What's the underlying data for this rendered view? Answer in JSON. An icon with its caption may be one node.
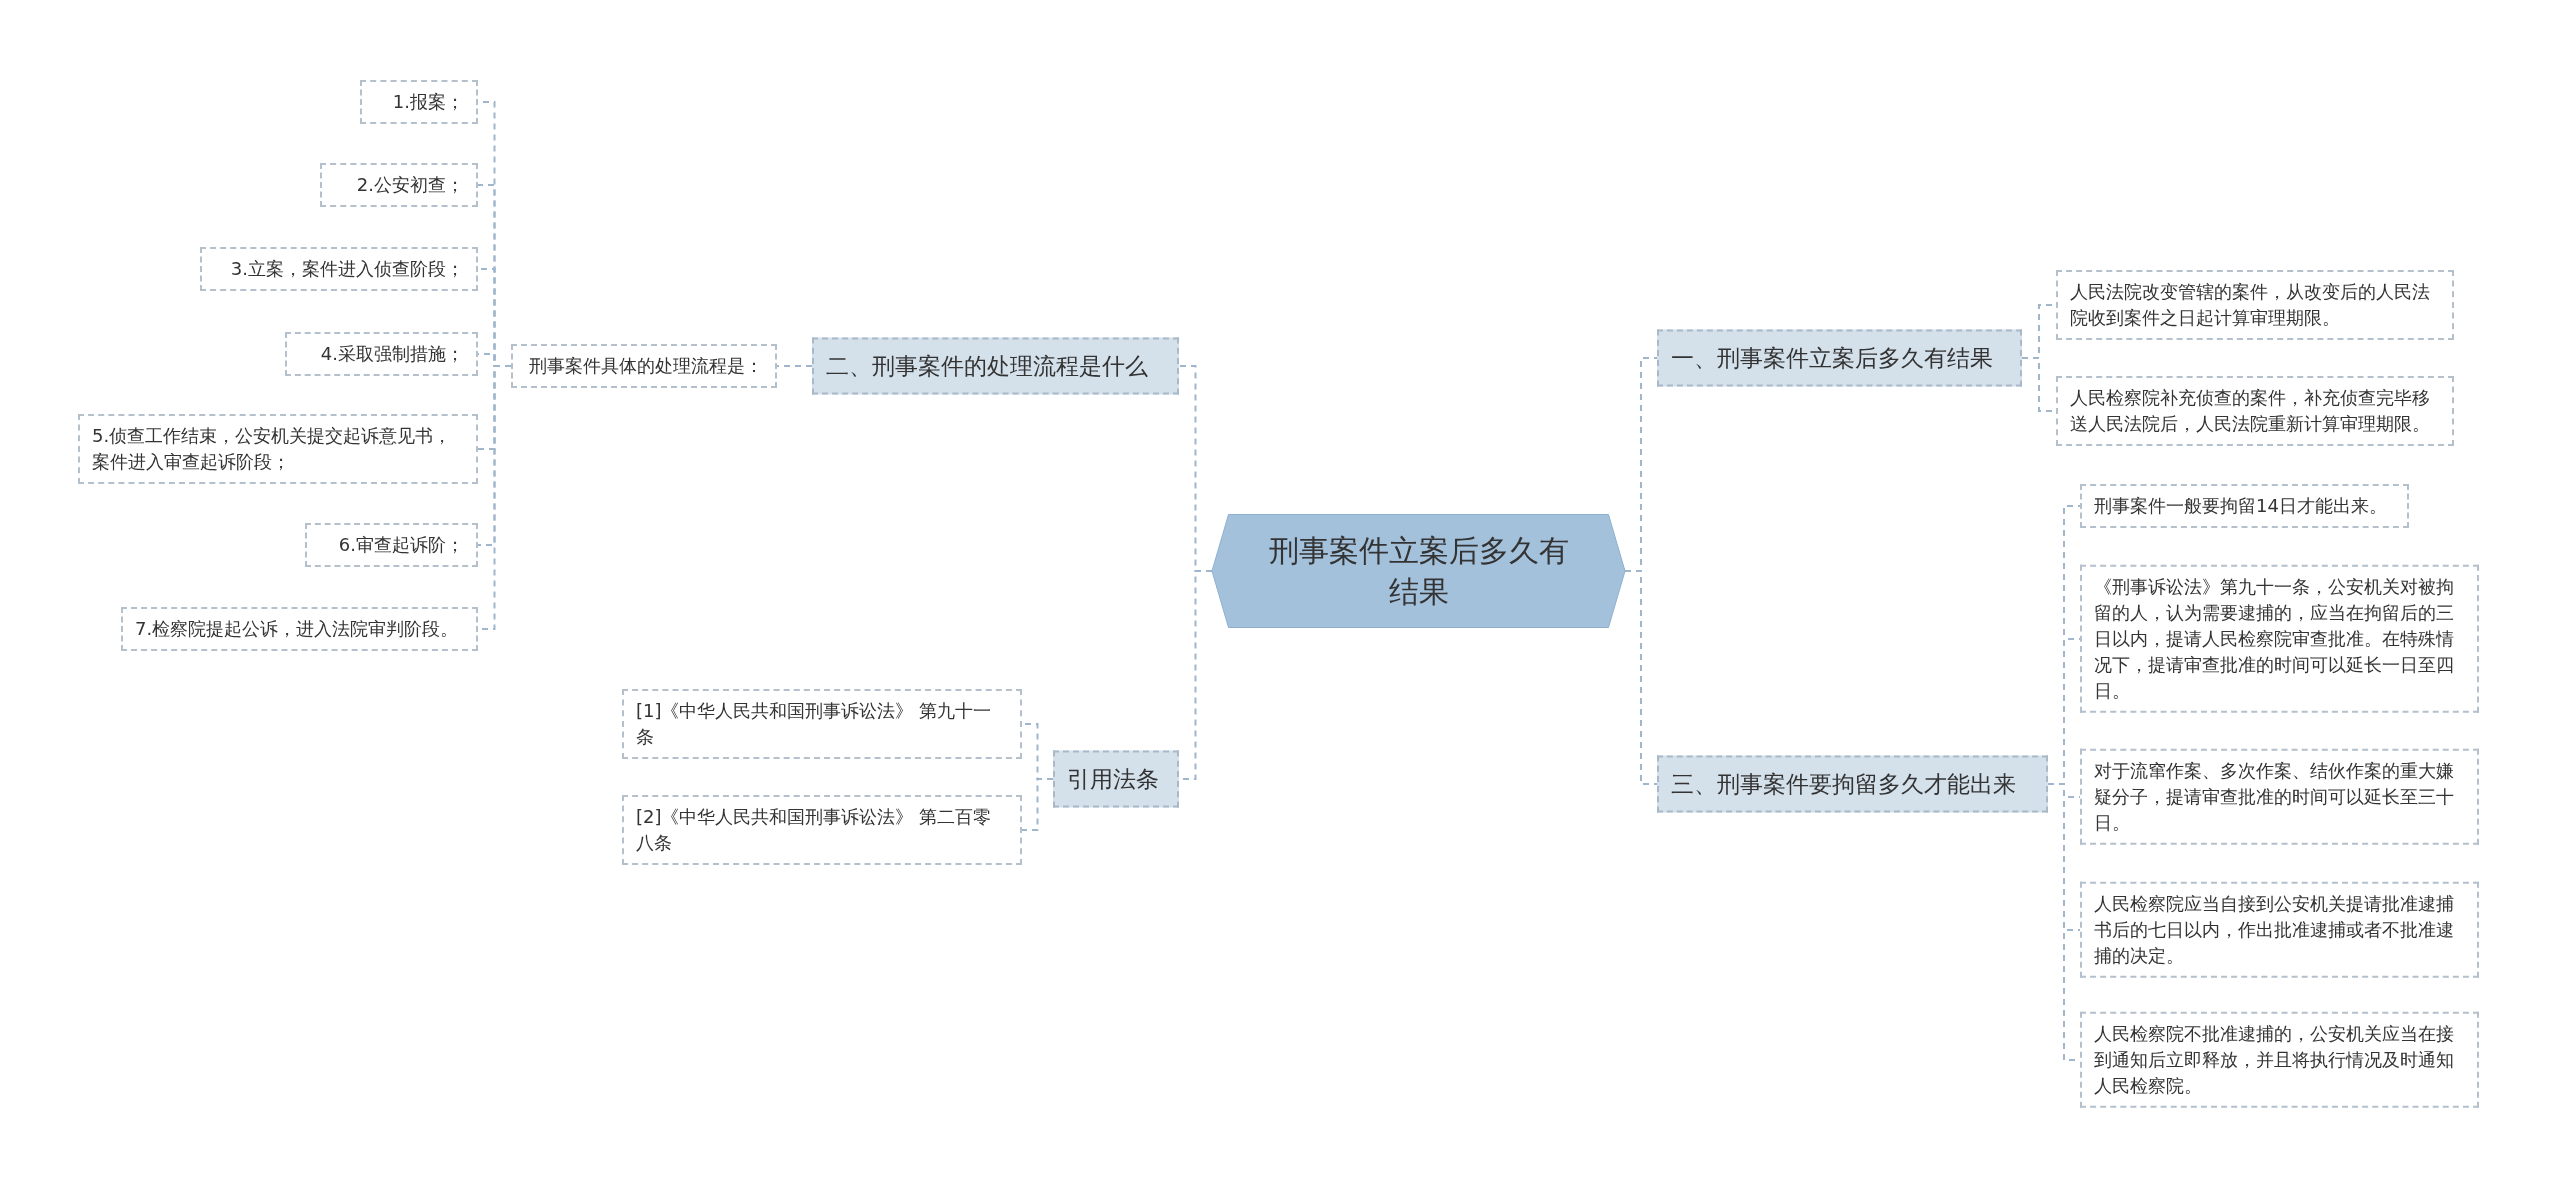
{
  "diagram": {
    "nodes": [
      {
        "text": [
          "刑事案件立案后多久有结果"
        ]
      },
      {
        "text": [
          "二、刑事案件的处理流程是什么"
        ]
      },
      {
        "text": [
          "刑事案件具体的处理流程是："
        ]
      },
      {
        "text": [
          "1.报案；"
        ]
      },
      {
        "text": [
          "2.公安初查；"
        ]
      },
      {
        "text": [
          "3.立案，案件进入侦查阶段；"
        ]
      },
      {
        "text": [
          "4.采取强制措施；"
        ]
      },
      {
        "text": [
          "5.侦查工作结束，公安机关提交起诉意见书，案件进入审查起诉阶段；"
        ]
      },
      {
        "text": [
          "6.审查起诉阶；"
        ]
      },
      {
        "text": [
          "7.检察院提起公诉，进入法院审判阶段。"
        ]
      },
      {
        "text": [
          "引用法条"
        ]
      },
      {
        "text": [
          "[1]《中华人民共和国刑事诉讼法》 第九十一条"
        ]
      },
      {
        "text": [
          "[2]《中华人民共和国刑事诉讼法》 第二百零八条"
        ]
      },
      {
        "text": [
          "一、刑事案件立案后多久有结果"
        ]
      },
      {
        "text": [
          "人民法院改变管辖的案件，从改变后的人民法院收到案件之日起计算审理期限。"
        ]
      },
      {
        "text": [
          "人民检察院补充侦查的案件，补充侦查完毕移送人民法院后，人民法院重新计算审理期限。"
        ]
      },
      {
        "text": [
          "三、刑事案件要拘留多久才能出来"
        ]
      },
      {
        "text": [
          "刑事案件一般要拘留14日才能出来。"
        ]
      },
      {
        "text": [
          "《刑事诉讼法》第九十一条，公安机关对被拘留的人，认为需要逮捕的，应当在拘留后的三日以内，提请人民检察院审查批准。在特殊情况下，提请审查批准的时间可以延长一日至四日。"
        ]
      },
      {
        "text": [
          "对于流窜作案、多次作案、结伙作案的重大嫌疑分子，提请审查批准的时间可以延长至三十日。"
        ]
      },
      {
        "text": [
          "人民检察院应当自接到公安机关提请批准逮捕书后的七日以内，作出批准逮捕或者不批准逮捕的决定。"
        ]
      },
      {
        "text": [
          "人民检察院不批准逮捕的，公安机关应当在接到通知后立即释放，并且将执行情况及时通知人民检察院。"
        ]
      }
    ],
    "edges": [
      {
        "from": 0,
        "to": 1,
        "arrow": "none"
      },
      {
        "from": 1,
        "to": 2,
        "arrow": "none"
      },
      {
        "from": 2,
        "to": 3,
        "arrow": "none"
      },
      {
        "from": 2,
        "to": 4,
        "arrow": "none"
      },
      {
        "from": 2,
        "to": 5,
        "arrow": "none"
      },
      {
        "from": 2,
        "to": 6,
        "arrow": "none"
      },
      {
        "from": 2,
        "to": 7,
        "arrow": "none"
      },
      {
        "from": 2,
        "to": 8,
        "arrow": "none"
      },
      {
        "from": 2,
        "to": 9,
        "arrow": "none"
      },
      {
        "from": 0,
        "to": 10,
        "arrow": "none"
      },
      {
        "from": 10,
        "to": 11,
        "arrow": "none"
      },
      {
        "from": 10,
        "to": 12,
        "arrow": "none"
      },
      {
        "from": 0,
        "to": 13,
        "arrow": "none"
      },
      {
        "from": 13,
        "to": 14,
        "arrow": "none"
      },
      {
        "from": 13,
        "to": 15,
        "arrow": "none"
      },
      {
        "from": 0,
        "to": 16,
        "arrow": "none"
      },
      {
        "from": 16,
        "to": 17,
        "arrow": "none"
      },
      {
        "from": 16,
        "to": 18,
        "arrow": "none"
      },
      {
        "from": 16,
        "to": 19,
        "arrow": "none"
      },
      {
        "from": 16,
        "to": 20,
        "arrow": "none"
      },
      {
        "from": 16,
        "to": 21,
        "arrow": "none"
      }
    ]
  }
}
